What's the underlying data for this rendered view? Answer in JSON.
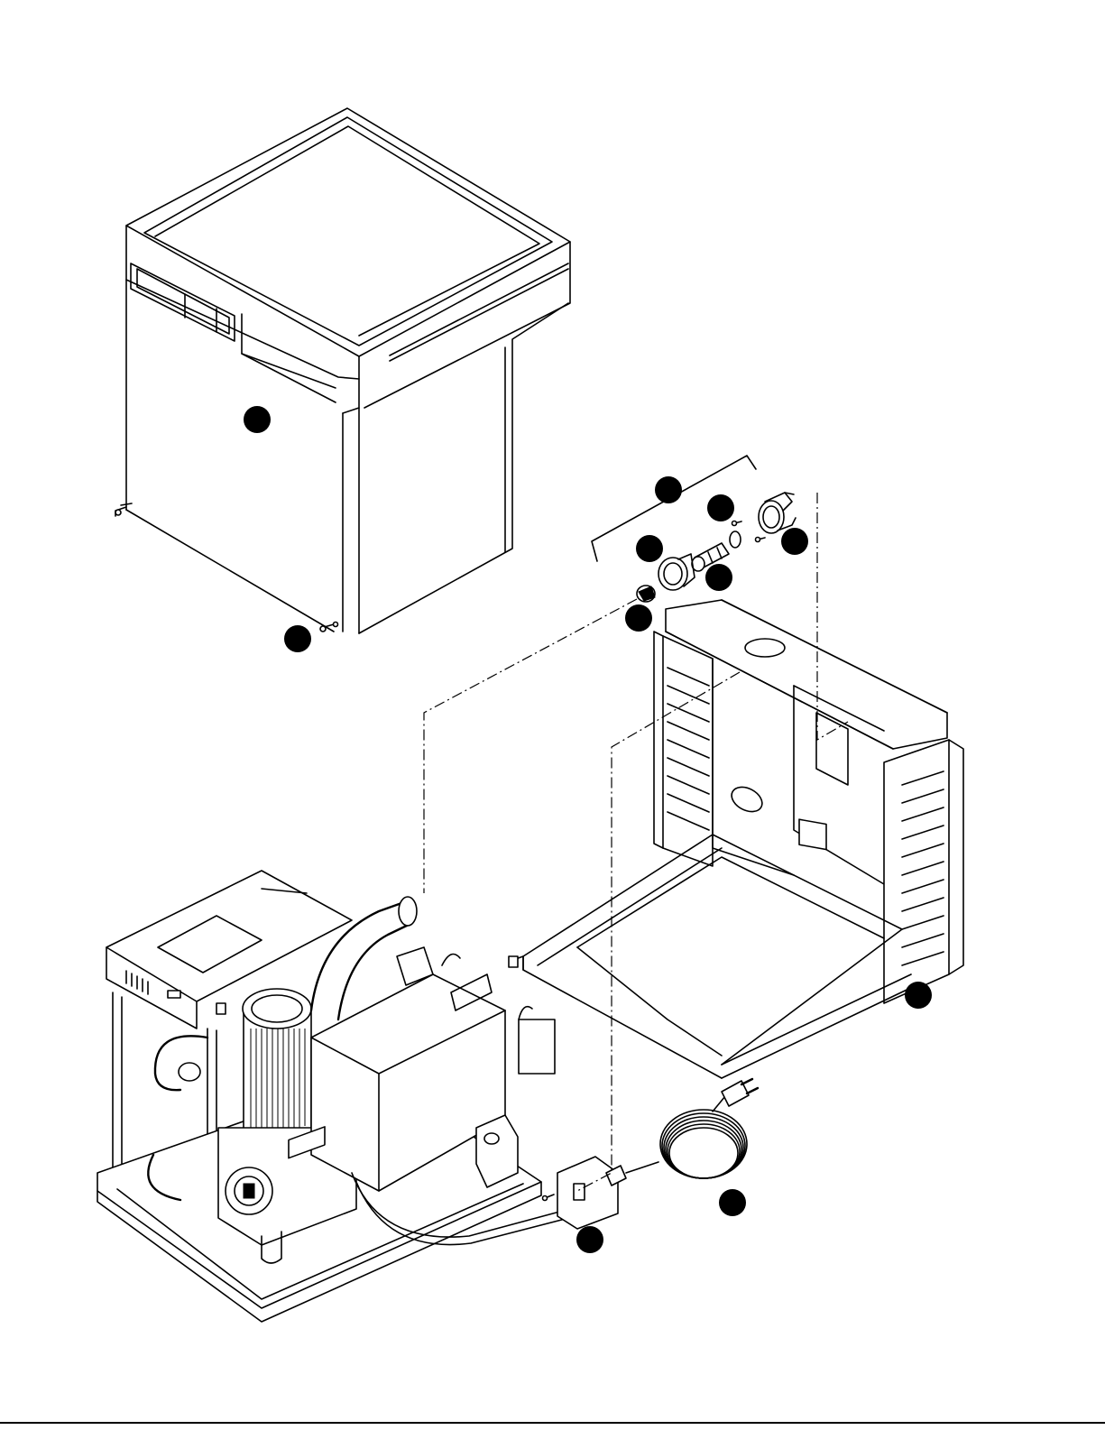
{
  "figure": {
    "callout_count": 11,
    "callout_color": "#000000",
    "line_color": "#000000",
    "background": "#ffffff"
  },
  "callouts": [
    {
      "name": "callout-outer-cabinet"
    },
    {
      "name": "callout-cabinet-screw"
    },
    {
      "name": "callout-fitting-assembly"
    },
    {
      "name": "callout-fitting-screw"
    },
    {
      "name": "callout-bulkhead-fitting"
    },
    {
      "name": "callout-union-nut"
    },
    {
      "name": "callout-hose-barb"
    },
    {
      "name": "callout-clamp"
    },
    {
      "name": "callout-inner-frame"
    },
    {
      "name": "callout-cover-plate"
    },
    {
      "name": "callout-power-cord"
    }
  ],
  "icons": {
    "cabinet": "cabinet-icon",
    "frame": "frame-icon",
    "motor": "motor-pump-icon",
    "cord": "power-cord-icon"
  }
}
